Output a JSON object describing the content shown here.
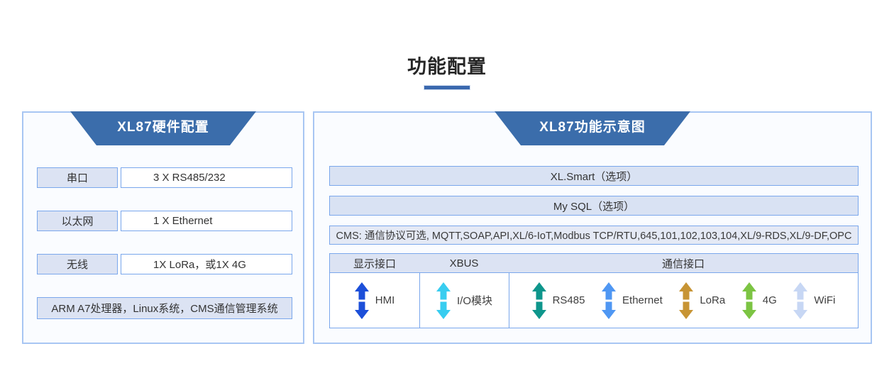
{
  "page": {
    "title": "功能配置"
  },
  "theme": {
    "header_blue": "#3b6dab",
    "panel_border": "#a8c6f3",
    "box_border": "#7aa7ec",
    "box_fill": "#dce3f3",
    "underline": "#3a68ae"
  },
  "left_panel": {
    "header": "XL87硬件配置",
    "rows": [
      {
        "label": "串口",
        "value": "3 X RS485/232"
      },
      {
        "label": "以太网",
        "value": "1 X Ethernet"
      },
      {
        "label": "无线",
        "value": "1X LoRa，或1X 4G"
      }
    ],
    "footer": "ARM A7处理器，Linux系统，CMS通信管理系统"
  },
  "right_panel": {
    "header": "XL87功能示意图",
    "options": [
      "XL.Smart（选项）",
      "My SQL（选项）"
    ],
    "cms": "CMS: 通信协议可选, MQTT,SOAP,API,XL/6-IoT,Modbus TCP/RTU,645,101,102,103,104,XL/9-RDS,XL/9-DF,OPC",
    "table": {
      "columns": [
        "显示接口",
        "XBUS",
        "通信接口"
      ],
      "cells": [
        {
          "column": "显示接口",
          "items": [
            {
              "label": "HMI",
              "arrow_color": "#1c4fd9"
            }
          ]
        },
        {
          "column": "XBUS",
          "items": [
            {
              "label": "I/O模块",
              "arrow_color": "#38cdf0"
            }
          ]
        },
        {
          "column": "通信接口",
          "items": [
            {
              "label": "RS485",
              "arrow_color": "#0e968c"
            },
            {
              "label": "Ethernet",
              "arrow_color": "#4f97f3"
            },
            {
              "label": "LoRa",
              "arrow_color": "#c79434"
            },
            {
              "label": "4G",
              "arrow_color": "#7cc443"
            },
            {
              "label": "WiFi",
              "arrow_color": "#c7d7f4"
            }
          ]
        }
      ]
    }
  }
}
